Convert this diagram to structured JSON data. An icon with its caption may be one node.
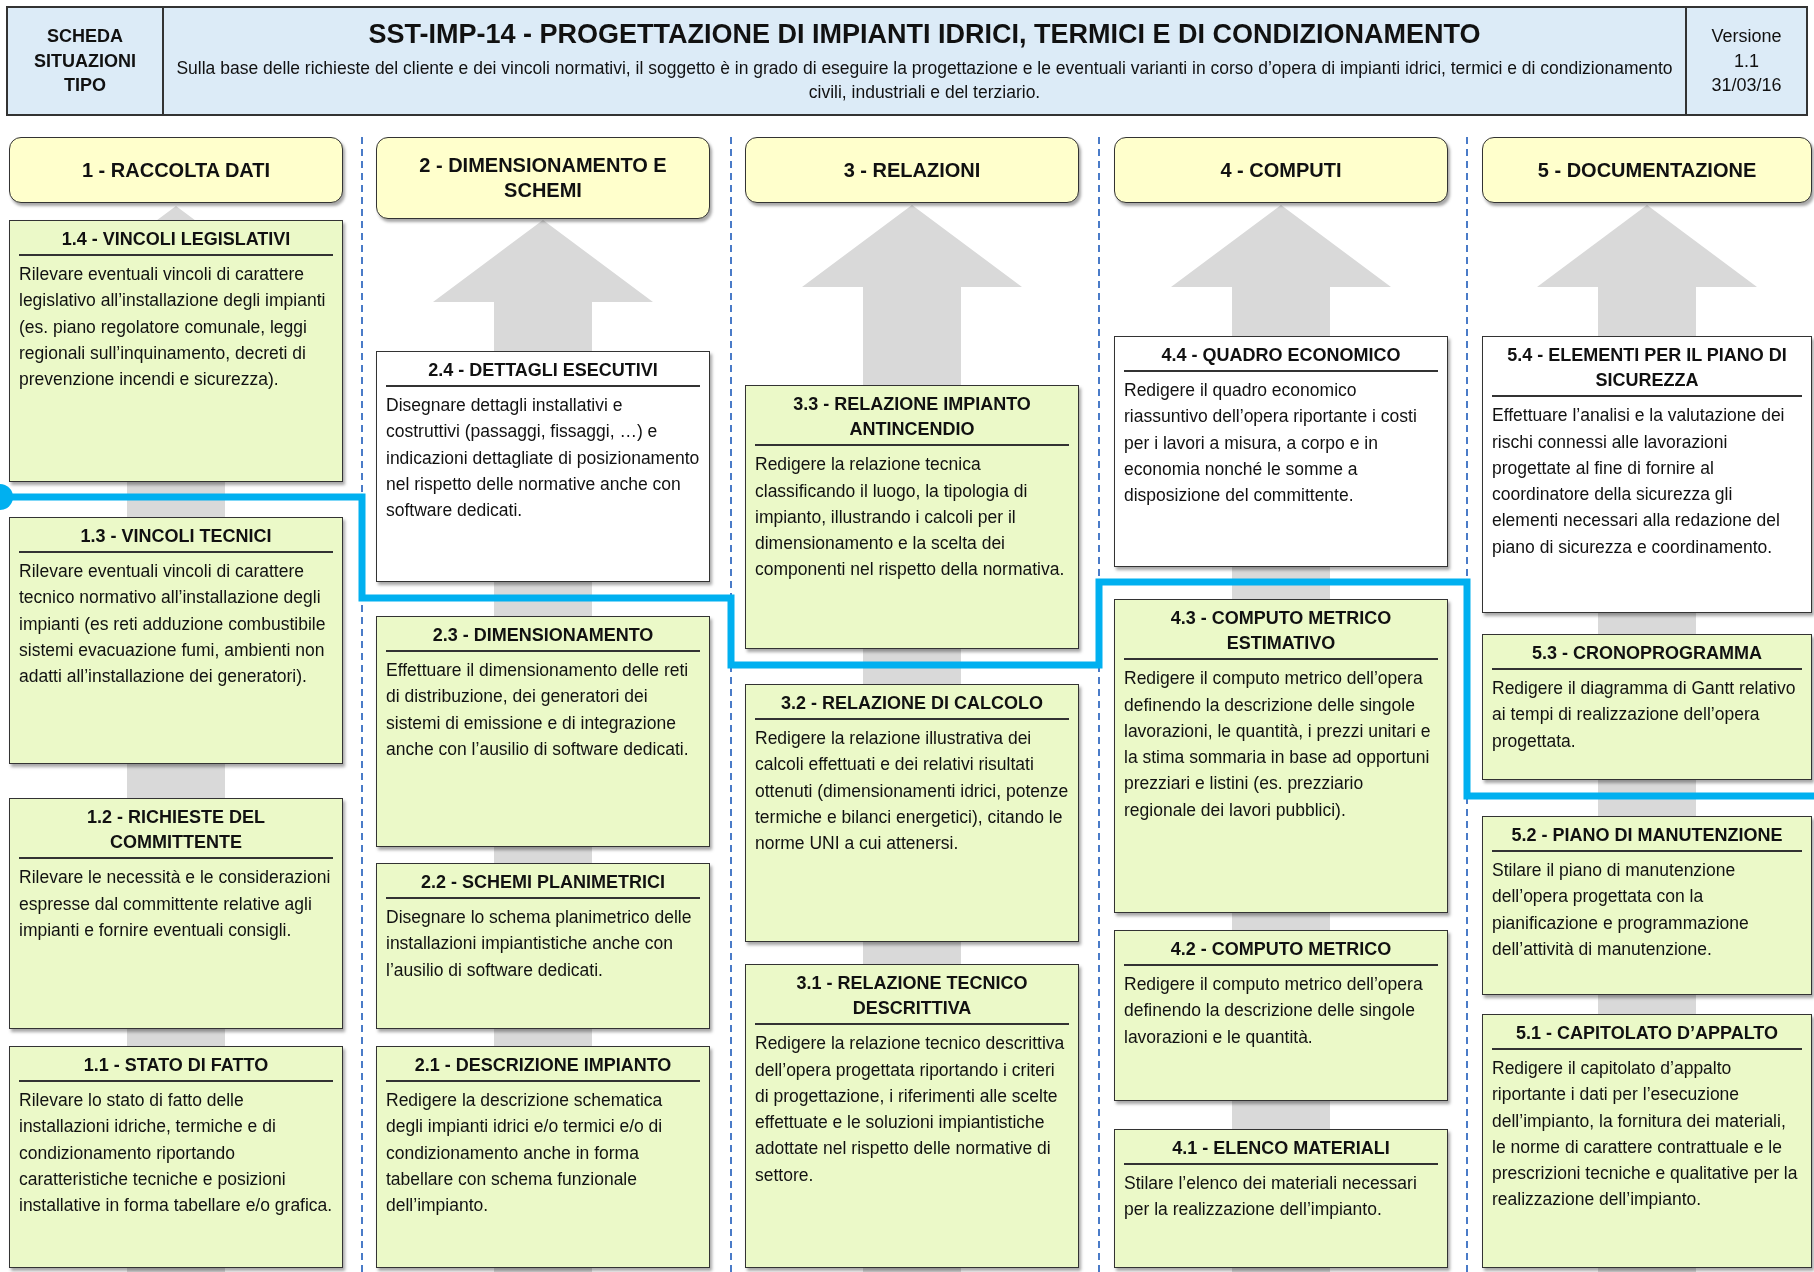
{
  "diagram": {
    "nodes": [
      {
        "text": [
          "SCHEDA SITUAZIONI TIPO"
        ]
      },
      {
        "text": [
          "SST-IMP-14 - PROGETTAZIONE DI IMPIANTI IDRICI, TERMICI E DI CONDIZIONAMENTO",
          "Sulla base delle richieste del cliente e dei vincoli normativi, il soggetto è in grado di eseguire la progettazione e le eventuali varianti in corso d’opera di impianti idrici, termici e di condizionamento civili, industriali e del terziario."
        ]
      },
      {
        "text": [
          "Versione",
          "1.1",
          "31/03/16"
        ]
      },
      {
        "text": [
          "1 - RACCOLTA DATI"
        ]
      },
      {
        "text": [
          "1.4 - VINCOLI LEGISLATIVI",
          "Rilevare eventuali vincoli di carattere legislativo all’installazione degli impianti (es. piano regolatore comunale, leggi regionali sull’inquinamento, decreti di prevenzione incendi e sicurezza)."
        ]
      },
      {
        "text": [
          "1.3 - VINCOLI TECNICI",
          "Rilevare eventuali vincoli di carattere tecnico normativo all’installazione degli impianti (es reti adduzione combustibile sistemi evacuazione fumi, ambienti non adatti all’installazione dei generatori)."
        ]
      },
      {
        "text": [
          "1.2 - RICHIESTE DEL COMMITTENTE",
          "Rilevare le necessità e le considerazioni espresse dal committente relative agli impianti e fornire eventuali consigli."
        ]
      },
      {
        "text": [
          "1.1 - STATO DI FATTO",
          "Rilevare lo stato di fatto delle installazioni idriche, termiche e di condizionamento riportando caratteristiche tecniche e posizioni installative in forma tabellare e/o grafica."
        ]
      },
      {
        "text": [
          "2 - DIMENSIONAMENTO E SCHEMI"
        ]
      },
      {
        "text": [
          "2.4 - DETTAGLI ESECUTIVI",
          "Disegnare dettagli installativi e costruttivi (passaggi, fissaggi, …) e indicazioni dettagliate di posizionamento nel rispetto delle normative anche con software dedicati."
        ]
      },
      {
        "text": [
          "2.3 - DIMENSIONAMENTO",
          "Effettuare il dimensionamento delle reti di distribuzione, dei generatori dei sistemi di emissione e di integrazione anche con l’ausilio di software dedicati."
        ]
      },
      {
        "text": [
          "2.2 - SCHEMI PLANIMETRICI",
          "Disegnare lo schema planimetrico delle installazioni impiantistiche anche con l’ausilio di software dedicati."
        ]
      },
      {
        "text": [
          "2.1 - DESCRIZIONE IMPIANTO",
          "Redigere la descrizione schematica degli impianti idrici e/o termici e/o di condizionamento anche in forma tabellare con schema funzionale dell’impianto."
        ]
      },
      {
        "text": [
          "3 - RELAZIONI"
        ]
      },
      {
        "text": [
          "3.3 - RELAZIONE IMPIANTO ANTINCENDIO",
          "Redigere la relazione tecnica classificando il luogo, la tipologia di impianto, illustrando i calcoli per il dimensionamento e la scelta dei componenti nel rispetto della normativa."
        ]
      },
      {
        "text": [
          "3.2 - RELAZIONE DI CALCOLO",
          "Redigere la relazione illustrativa dei calcoli effettuati e dei relativi risultati ottenuti (dimensionamenti idrici, potenze termiche e bilanci energetici), citando le norme UNI a cui attenersi."
        ]
      },
      {
        "text": [
          "3.1 - RELAZIONE TECNICO DESCRITTIVA",
          "Redigere la relazione tecnico descrittiva dell’opera progettata riportando i criteri di progettazione, i riferimenti alle scelte effettuate e le soluzioni impiantistiche adottate nel rispetto delle normative di settore."
        ]
      },
      {
        "text": [
          "4 - COMPUTI"
        ]
      },
      {
        "text": [
          "4.4 - QUADRO ECONOMICO",
          "Redigere il quadro economico riassuntivo dell’opera riportante i costi per i lavori a misura, a corpo e in economia nonché le somme a disposizione del committente."
        ]
      },
      {
        "text": [
          "4.3 - COMPUTO METRICO ESTIMATIVO",
          "Redigere il computo metrico dell’opera definendo la descrizione delle singole lavorazioni, le quantità, i prezzi unitari e la stima sommaria in base ad opportuni prezziari e listini (es. prezziario regionale dei lavori pubblici)."
        ]
      },
      {
        "text": [
          "4.2 - COMPUTO METRICO",
          "Redigere il computo metrico dell’opera definendo la descrizione delle singole lavorazioni e le quantità."
        ]
      },
      {
        "text": [
          "4.1 - ELENCO MATERIALI",
          "Stilare l’elenco dei materiali necessari per la realizzazione dell’impianto."
        ]
      },
      {
        "text": [
          "5 - DOCUMENTAZIONE"
        ]
      },
      {
        "text": [
          "5.4 - ELEMENTI PER IL PIANO DI SICUREZZA",
          "Effettuare l’analisi e la valutazione dei rischi connessi alle lavorazioni progettate al fine di fornire al coordinatore della sicurezza gli elementi necessari alla redazione del piano di sicurezza e coordinamento."
        ]
      },
      {
        "text": [
          "5.3 - CRONOPROGRAMMA",
          "Redigere il diagramma di Gantt relativo ai tempi di realizzazione dell’opera progettata."
        ]
      },
      {
        "text": [
          "5.2 - PIANO DI MANUTENZIONE",
          "Stilare il piano di manutenzione dell’opera progettata con la pianificazione e programmazione dell’attività di manutenzione."
        ]
      },
      {
        "text": [
          "5.1 - CAPITOLATO D’APPALTO",
          "Redigere il capitolato d’appalto riportante i dati per l’esecuzione dell’impianto, la fornitura dei materiali, le norme di carattere contrattuale e le prescrizioni tecniche e qualitative per la realizzazione dell’impianto."
        ]
      }
    ]
  }
}
